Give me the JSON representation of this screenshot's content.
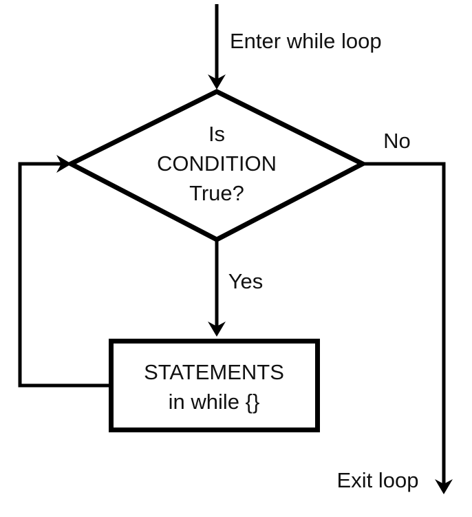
{
  "diagram": {
    "title_semantic": "while-loop-flowchart",
    "colors": {
      "background": "#ffffff",
      "line": "#000000",
      "text": "#111111"
    },
    "entry": {
      "label": "Enter while loop"
    },
    "decision": {
      "line1": "Is",
      "line2": "CONDITION",
      "line3": "True?"
    },
    "branches": {
      "no_label": "No",
      "yes_label": "Yes"
    },
    "process": {
      "line1": "STATEMENTS",
      "line2": "in while {}"
    },
    "exit": {
      "label": "Exit loop"
    }
  }
}
